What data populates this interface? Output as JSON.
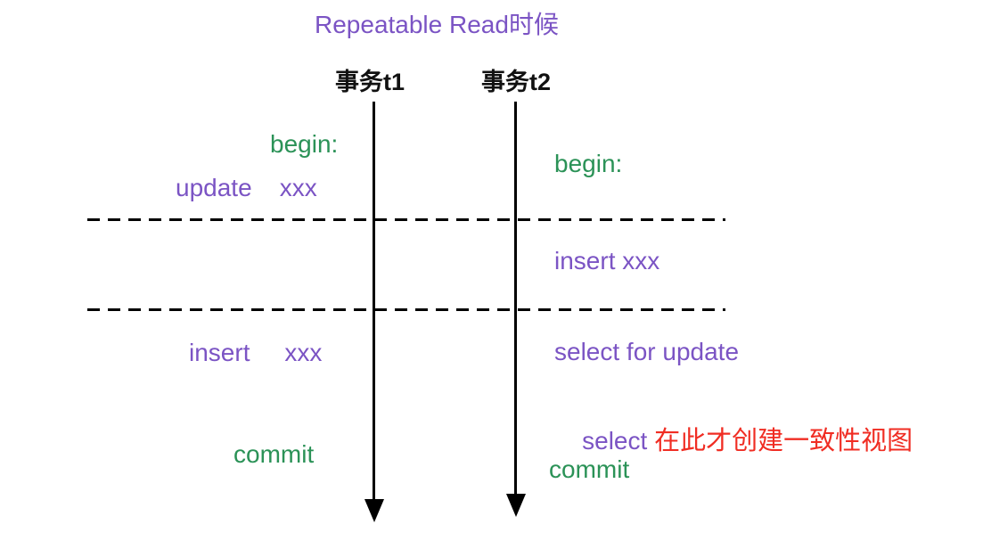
{
  "title": "Repeatable Read时候",
  "colors": {
    "purple": "#7B54C4",
    "green": "#2B9257",
    "red": "#F02D23",
    "black": "#111111"
  },
  "lanes": {
    "t1": {
      "header": "事务t1",
      "begin": "begin:",
      "update": "update    xxx",
      "insert": "insert     xxx",
      "commit": "commit"
    },
    "t2": {
      "header": "事务t2",
      "begin": "begin:",
      "insert": "insert xxx",
      "select_for_update": "select for update",
      "select": "select ",
      "select_note": "在此才创建一致性视图",
      "commit": "commit"
    }
  }
}
